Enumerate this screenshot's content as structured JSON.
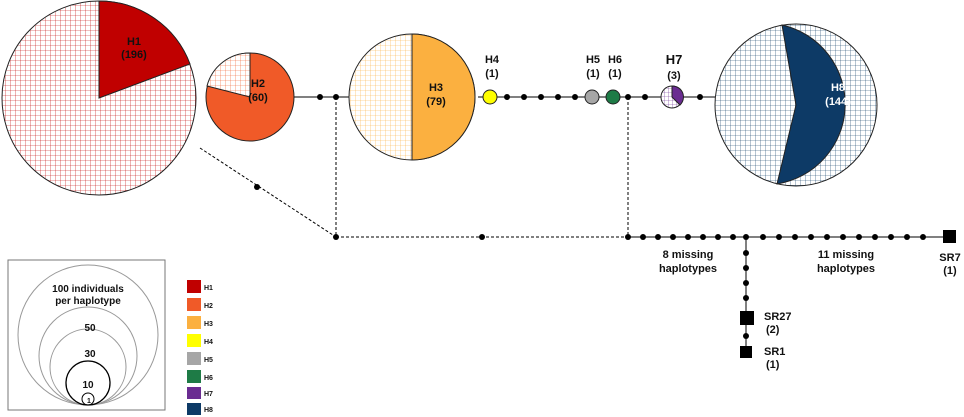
{
  "colors": {
    "H1": "#c00000",
    "H2": "#f05a28",
    "H3": "#fbb040",
    "H4": "#ffff00",
    "H5": "#a6a6a6",
    "H6": "#1e7b46",
    "H7": "#6a2c91",
    "H8": "#0d3a66"
  },
  "haplotypes": {
    "H1": {
      "name": "H1",
      "count": "(196)"
    },
    "H2": {
      "name": "H2",
      "count": "(60)"
    },
    "H3": {
      "name": "H3",
      "count": "(79)"
    },
    "H4": {
      "name": "H4",
      "count": "(1)"
    },
    "H5": {
      "name": "H5",
      "count": "(1)"
    },
    "H6": {
      "name": "H6",
      "count": "(1)"
    },
    "H7": {
      "name": "H7",
      "count": "(3)"
    },
    "H8": {
      "name": "H8",
      "count": "(144)"
    }
  },
  "samples": {
    "SR7": {
      "name": "SR7",
      "count": "(1)"
    },
    "SR27": {
      "name": "SR27",
      "count": "(2)"
    },
    "SR1": {
      "name": "SR1",
      "count": "(1)"
    }
  },
  "missing": {
    "left_line1": "8 missing",
    "left_line2": "haplotypes",
    "right_line1": "11 missing",
    "right_line2": "haplotypes"
  },
  "size_legend": {
    "title_line1": "100 individuals",
    "title_line2": "per haplotype",
    "v50": "50",
    "v30": "30",
    "v10": "10",
    "v1": "1"
  },
  "color_legend": [
    "H1",
    "H2",
    "H3",
    "H4",
    "H5",
    "H6",
    "H7",
    "H8"
  ]
}
